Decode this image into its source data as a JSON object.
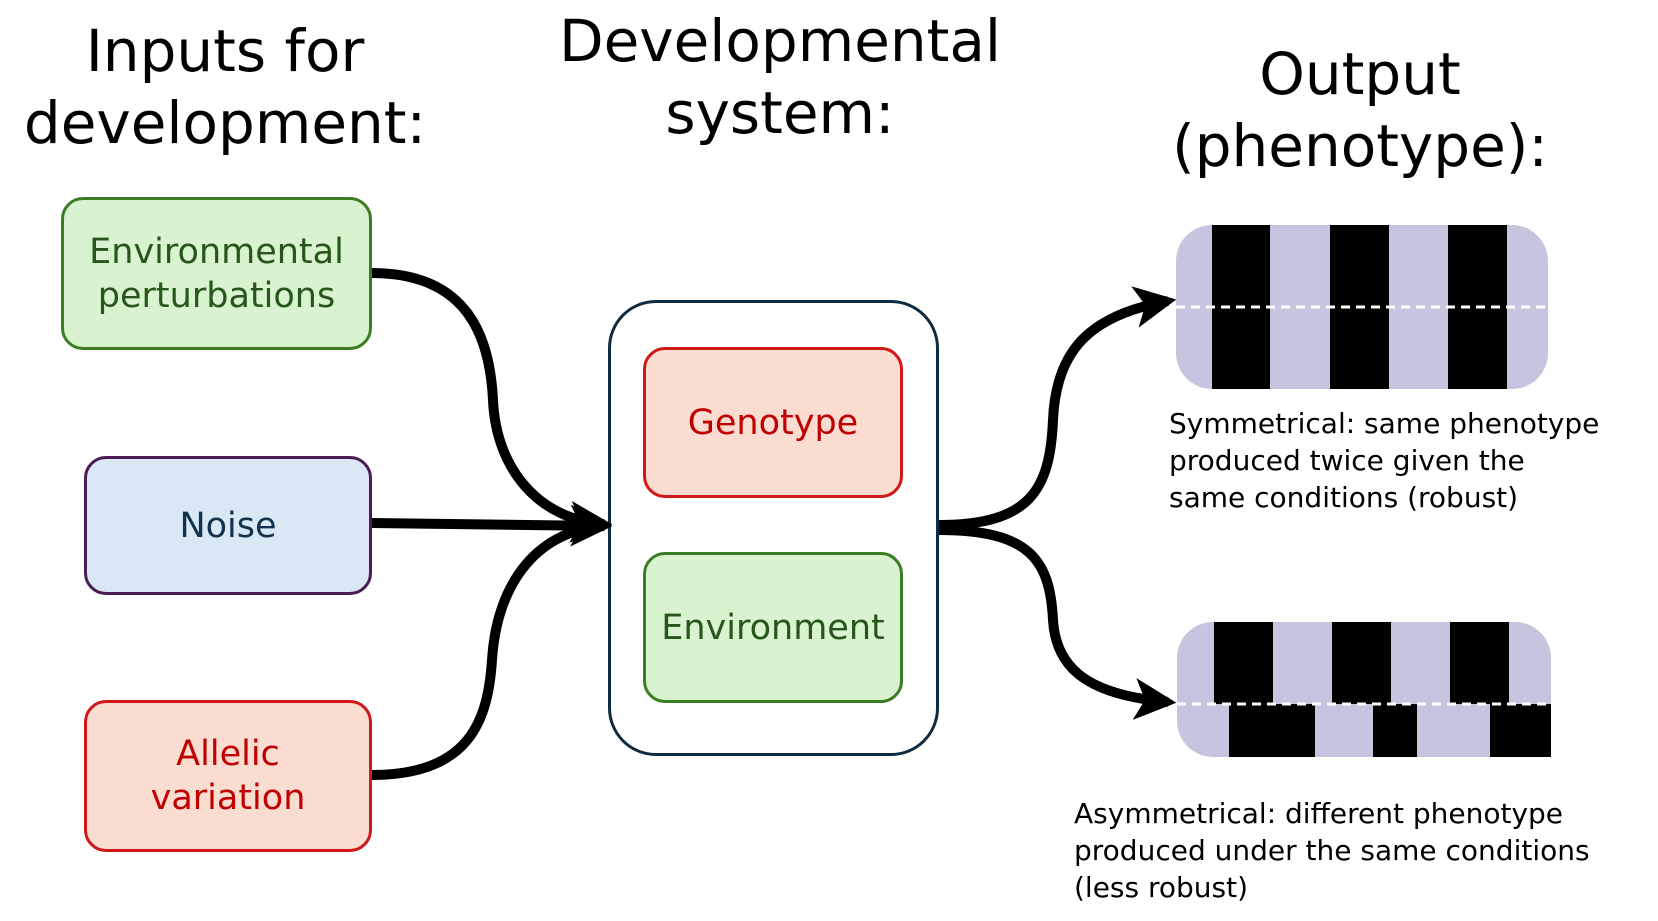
{
  "headings": {
    "inputs": [
      "Inputs for",
      "development:"
    ],
    "system": [
      "Developmental",
      "system:"
    ],
    "output": [
      "Output",
      "(phenotype):"
    ]
  },
  "inputs": {
    "environmental": [
      "Environmental",
      "perturbations"
    ],
    "noise": "Noise",
    "allelic": [
      "Allelic",
      "variation"
    ]
  },
  "system": {
    "genotype": "Genotype",
    "environment": "Environment"
  },
  "outputs": {
    "symmetrical": [
      "Symmetrical: same phenotype",
      "produced twice given the",
      "same conditions (robust)"
    ],
    "asymmetrical": [
      "Asymmetrical: different phenotype",
      "produced under the same conditions",
      "(less robust)"
    ]
  },
  "colors": {
    "green_fill": "#d9f2d0",
    "green_border": "#3b7d23",
    "blue_fill": "#dae8f5",
    "pink_fill": "#fbdcd0",
    "pink_border": "#d01818",
    "phenotype_bg": "#c5c5df",
    "stripe": "#000000"
  }
}
